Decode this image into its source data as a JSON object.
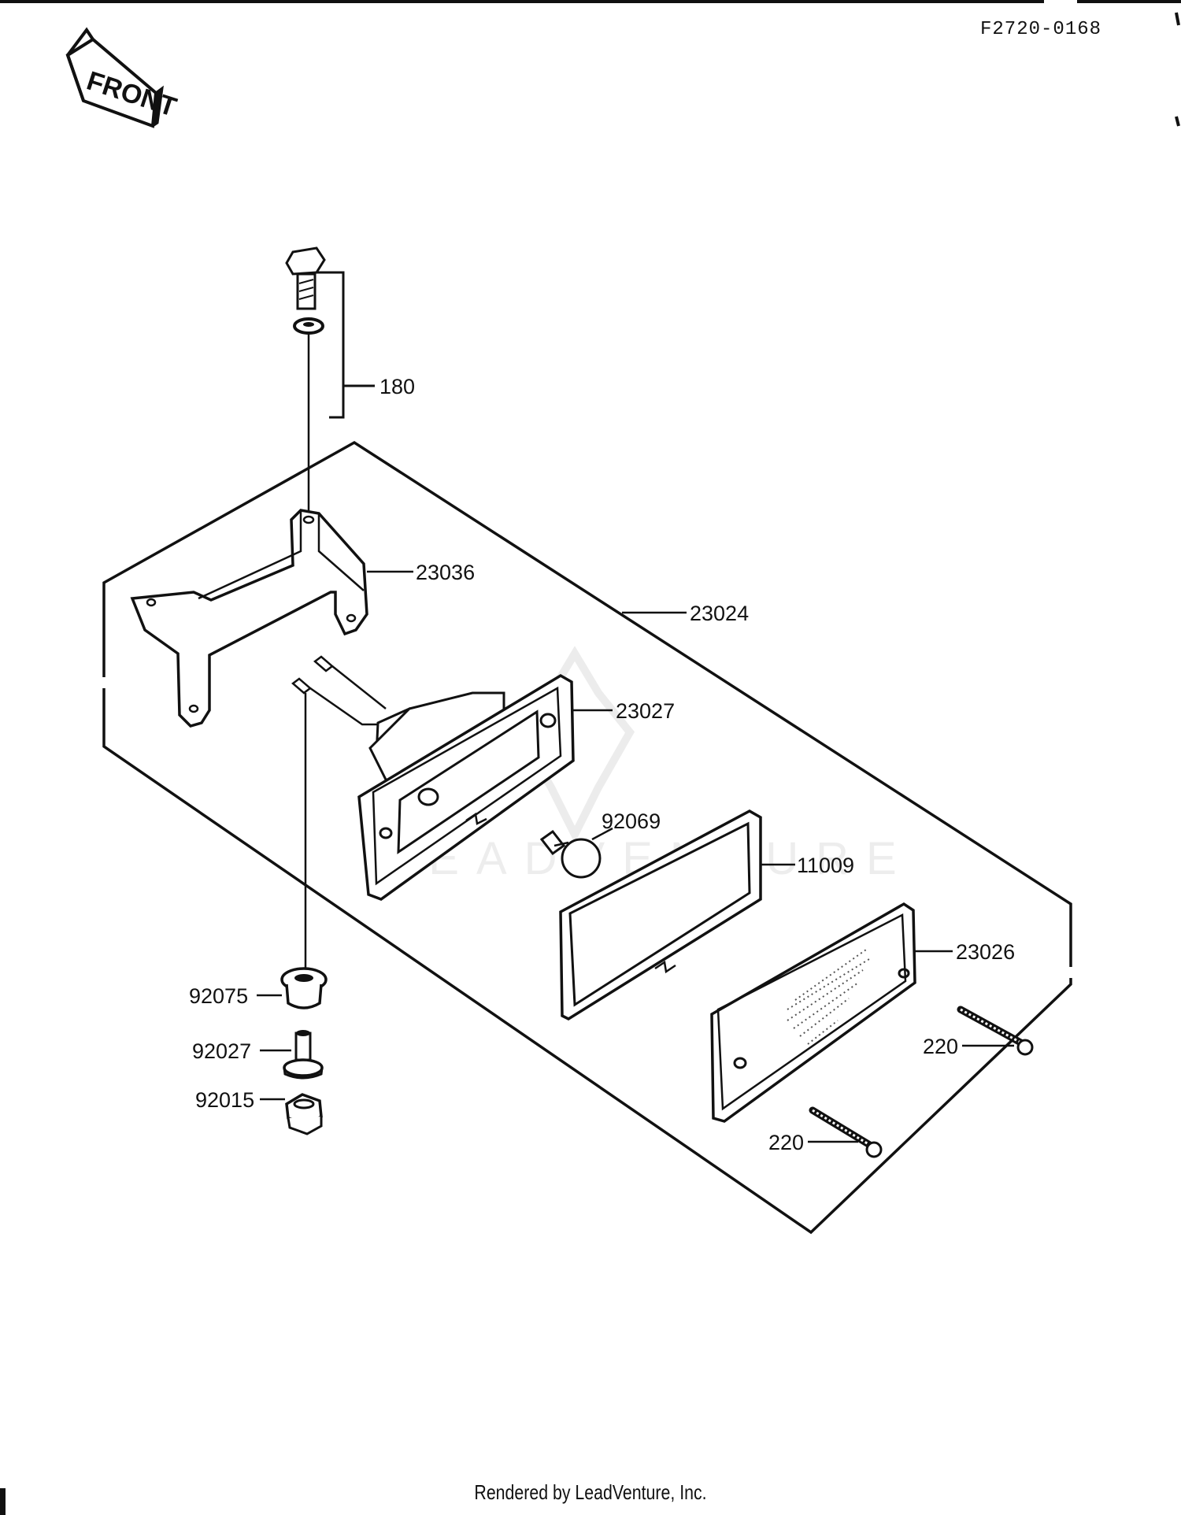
{
  "header": {
    "figure_code": "F2720-0168",
    "front_label": "FRONT"
  },
  "watermark": {
    "text": "LEADVENTURE"
  },
  "callouts": {
    "p180": "180",
    "p23036": "23036",
    "p23024": "23024",
    "p23027": "23027",
    "p92069": "92069",
    "p11009": "11009",
    "p23026": "23026",
    "p92075": "92075",
    "p92027": "92027",
    "p92015": "92015",
    "p220a": "220",
    "p220b": "220"
  },
  "footer": {
    "credit": "Rendered by LeadVenture, Inc."
  }
}
